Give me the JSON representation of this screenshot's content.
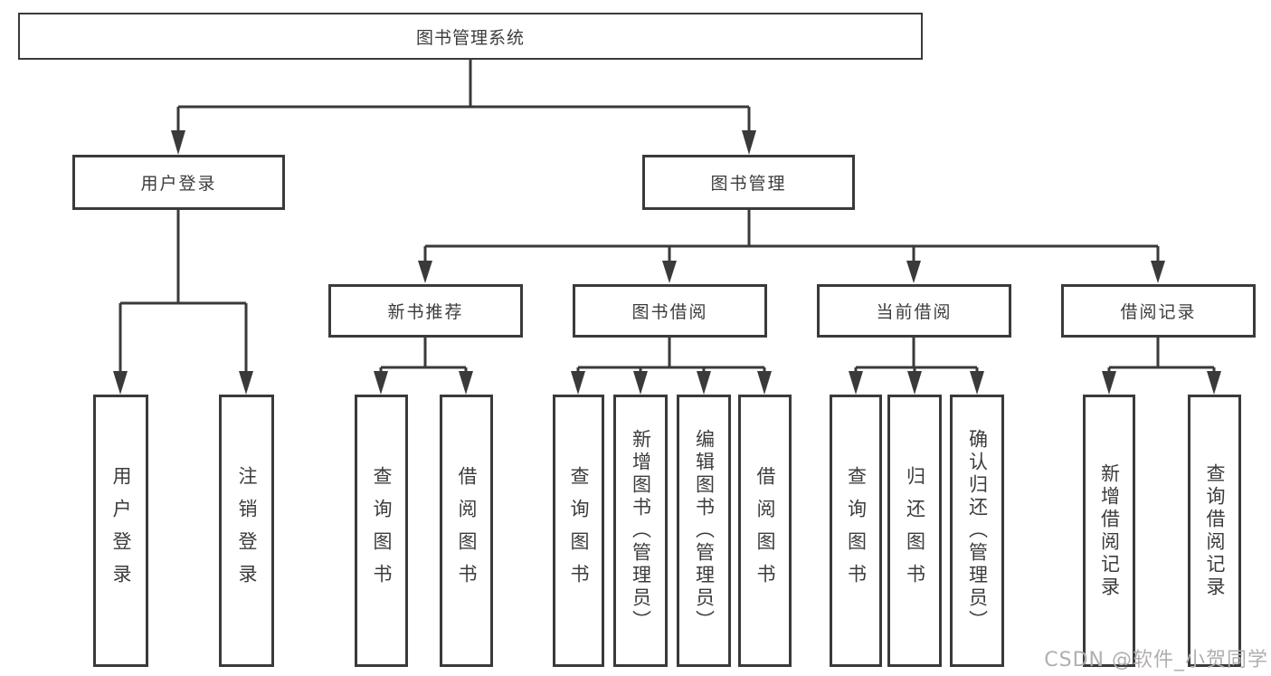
{
  "diagram": {
    "title": "图书管理系统",
    "branches": [
      {
        "label": "用户登录",
        "children": [
          {
            "label": "用户登录"
          },
          {
            "label": "注销登录"
          }
        ]
      },
      {
        "label": "图书管理",
        "children": [
          {
            "label": "新书推荐",
            "children": [
              {
                "label": "查询图书"
              },
              {
                "label": "借阅图书"
              }
            ]
          },
          {
            "label": "图书借阅",
            "children": [
              {
                "label": "查询图书"
              },
              {
                "label": "新增图书（管理员）"
              },
              {
                "label": "编辑图书（管理员）"
              },
              {
                "label": "借阅图书"
              }
            ]
          },
          {
            "label": "当前借阅",
            "children": [
              {
                "label": "查询图书"
              },
              {
                "label": "归还图书"
              },
              {
                "label": "确认归还（管理员）"
              }
            ]
          },
          {
            "label": "借阅记录",
            "children": [
              {
                "label": "新增借阅记录"
              },
              {
                "label": "查询借阅记录"
              }
            ]
          }
        ]
      }
    ],
    "colors": {
      "line": "#3a3a3a",
      "box_border": "#3a3a3a",
      "text": "#3c3c3c",
      "watermark": "#b3aeae"
    }
  },
  "watermark": {
    "text": "CSDN @软件_小贺同学"
  }
}
